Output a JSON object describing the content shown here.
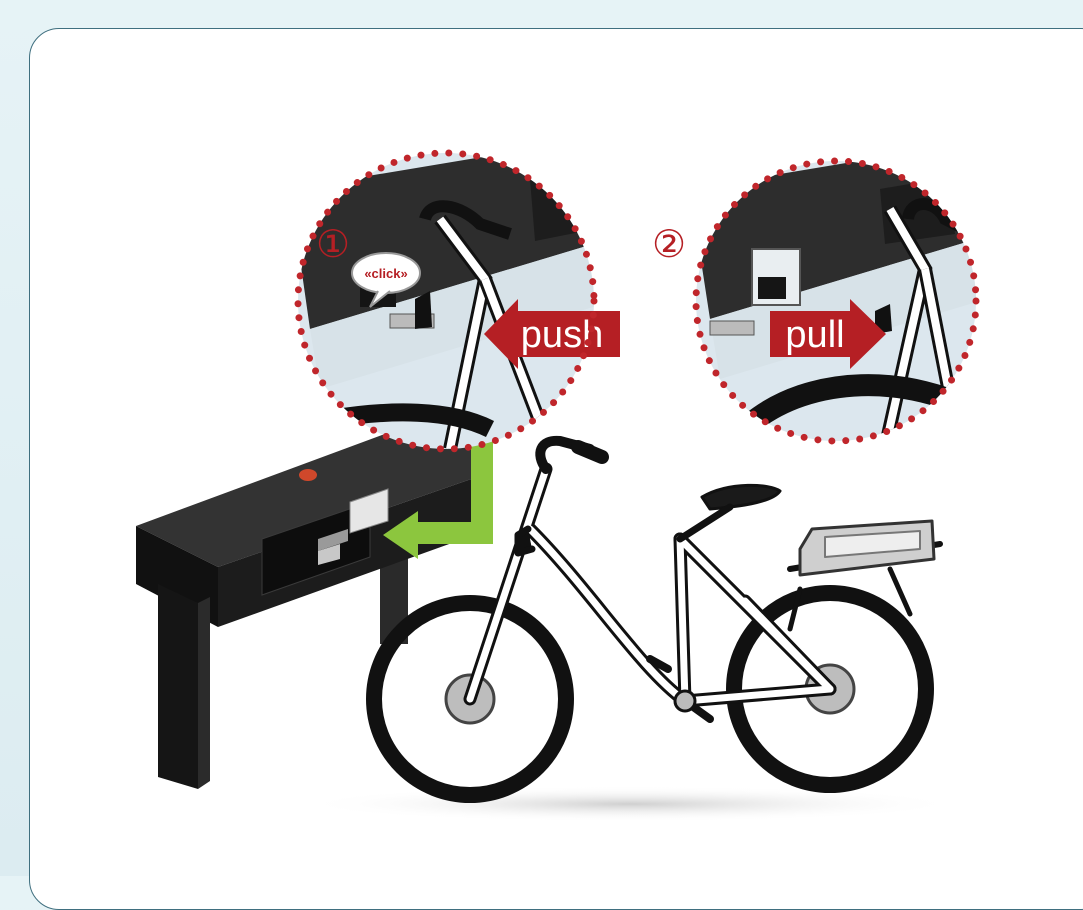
{
  "steps": [
    {
      "number": "①",
      "bubble": "«click»",
      "action": "push"
    },
    {
      "number": "②",
      "action": "pull"
    }
  ],
  "colors": {
    "accent_red": "#b51f24",
    "dot_red": "#c0262b",
    "green_arrow": "#8cc63e",
    "frame_border": "#3f6f7f",
    "dock_black": "#1a1a1a"
  },
  "icons": {
    "step1": "dock-lock-push-icon",
    "step2": "dock-release-pull-icon",
    "connector": "green-elbow-arrow-icon"
  }
}
